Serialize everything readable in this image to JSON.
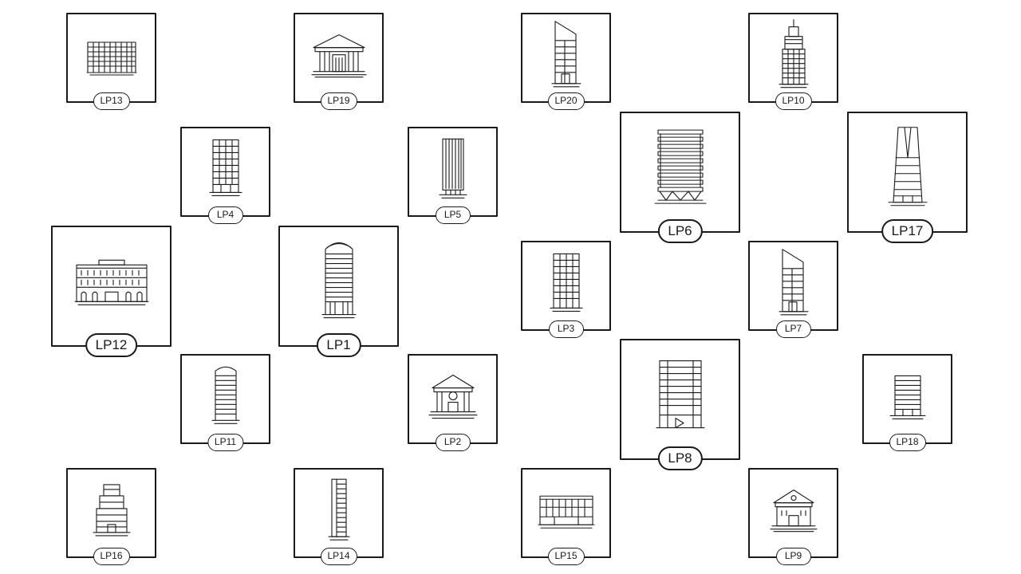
{
  "cards": [
    {
      "label": "LP13",
      "building": "block"
    },
    {
      "label": "LP19",
      "building": "temple"
    },
    {
      "label": "LP20",
      "building": "slant"
    },
    {
      "label": "LP10",
      "building": "spire"
    },
    {
      "label": "LP4",
      "building": "mid"
    },
    {
      "label": "LP5",
      "building": "fins"
    },
    {
      "label": "LP6",
      "building": "slabs"
    },
    {
      "label": "LP17",
      "building": "tapered"
    },
    {
      "label": "LP12",
      "building": "palace"
    },
    {
      "label": "LP1",
      "building": "rounded"
    },
    {
      "label": "LP3",
      "building": "columns"
    },
    {
      "label": "LP7",
      "building": "slant"
    },
    {
      "label": "LP11",
      "building": "cylinder"
    },
    {
      "label": "LP2",
      "building": "temple-round"
    },
    {
      "label": "LP8",
      "building": "frame"
    },
    {
      "label": "LP18",
      "building": "stepped"
    },
    {
      "label": "LP16",
      "building": "setback"
    },
    {
      "label": "LP14",
      "building": "narrow"
    },
    {
      "label": "LP15",
      "building": "wide"
    },
    {
      "label": "LP9",
      "building": "temple-small"
    }
  ]
}
